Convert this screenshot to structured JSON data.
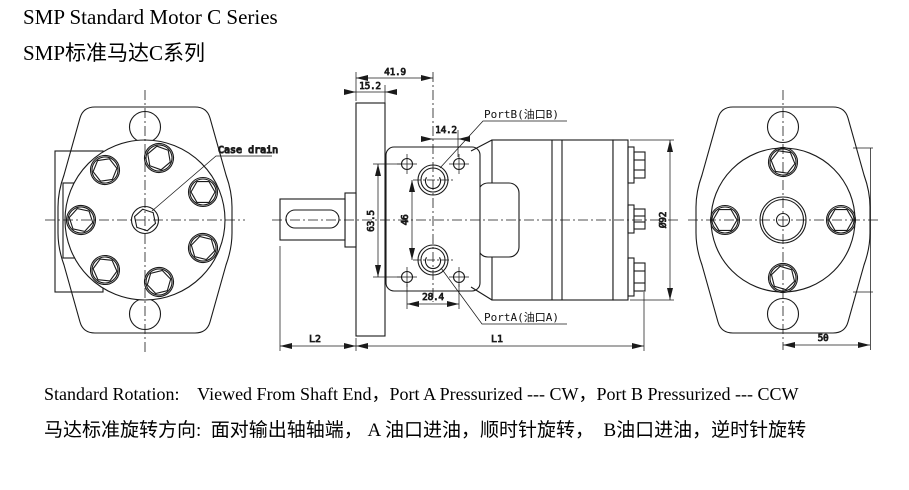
{
  "header": {
    "title_en": "SMP Standard Motor C Series",
    "title_zh": "SMP标准马达C系列"
  },
  "drawing": {
    "labels": {
      "case_drain": "Case drain",
      "port_b": "PortB(油口B)",
      "port_a": "PortA(油口A)"
    },
    "dimensions": {
      "mount_face_offset": "41.9",
      "flange_thickness": "15.2",
      "port_to_bolt": "14.2",
      "bolt_span_vertical": "63.5",
      "port_spacing": "46",
      "bolt_span_horizontal": "28.4",
      "body_diameter": "Ø92",
      "length_total": "L1",
      "length_shaft": "L2",
      "rear_flange_width": "50"
    },
    "colors": {
      "line": "#1a1a1a",
      "background": "#ffffff"
    }
  },
  "footer": {
    "rotation_en": "Standard Rotation:    Viewed From Shaft End，Port A Pressurized --- CW，Port B Pressurized --- CCW",
    "rotation_zh": "马达标准旋转方向:  面对输出轴轴端， A 油口进油，顺时针旋转，  B油口进油，逆时针旋转"
  }
}
